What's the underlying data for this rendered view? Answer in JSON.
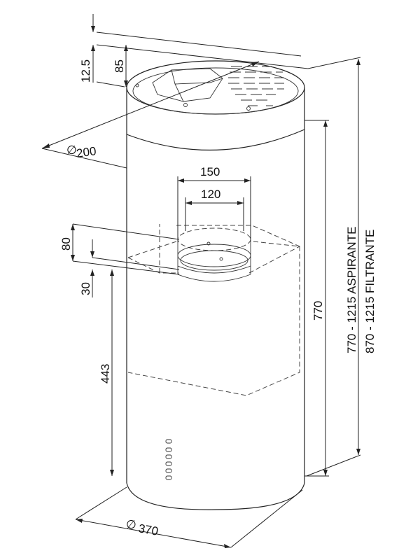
{
  "dimensions": {
    "top_offset": "12.5",
    "top_ring_height": "85",
    "ring_diameter": "200",
    "outlet_outer": "150",
    "outlet_inner": "120",
    "outlet_height": "80",
    "outlet_offset": "30",
    "body_height": "443",
    "hood_height": "770",
    "body_diameter": "370",
    "range_aspirante": "770  -  1215  ASPIRANTE",
    "range_filtrante": "870  -  1215  FILTRANTE"
  },
  "symbols": {
    "diameter": "∅"
  }
}
